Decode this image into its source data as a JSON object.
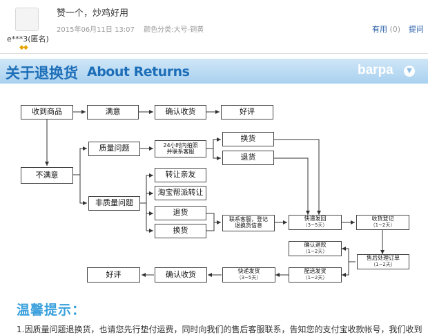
{
  "review": {
    "reviewer": "e***3(匿名)",
    "comment": "赞一个，炒鸡好用",
    "date": "2015年06月11日 13:07",
    "spec": "颜色分类:大号-铜黄",
    "useful_label": "有用",
    "useful_count": "(0)",
    "reply_label": "提问"
  },
  "banner": {
    "title": "关于退换货",
    "subtitle": "About Returns",
    "brand": "barpa",
    "brand_icon": "chevron-down-icon"
  },
  "flowchart": {
    "receive": "收到商品",
    "satisfied": "满意",
    "confirm_receipt_top": "确认收货",
    "good_review_top": "好评",
    "not_satisfied": "不满意",
    "quality_issue": "质量问题",
    "photo_contact_line1": "24小时内拍照",
    "photo_contact_line2": "并联系客服",
    "exchange_top": "换货",
    "return_top": "退货",
    "non_quality_issue": "非质量问题",
    "transfer_friend": "转让亲友",
    "taobao_transfer": "淘宝帮派转让",
    "return_mid": "退货",
    "exchange_mid": "换货",
    "contact_register_line1": "联系客服，登记",
    "contact_register_line2": "退换货信息",
    "express_return": "快递发回",
    "express_return_sub": "（3~5天）",
    "receipt_register": "收货登记",
    "receipt_register_sub": "（1~2天）",
    "confirm_refund": "确认退款",
    "confirm_refund_sub": "（1~2天）",
    "after_sales": "售后处理订单",
    "after_sales_sub": "（1~2天）",
    "dispatch": "配送发货",
    "dispatch_sub": "（1~2天）",
    "express_ship": "快递发货",
    "express_ship_sub": "（3~5天）",
    "confirm_receipt_bottom": "确认收货",
    "good_review_bottom": "好评"
  },
  "tips": {
    "title": "温馨提示：",
    "text": "1.因质量问题退换货，也请您先行垫付运费，同时向我们的售后客服联系，告知您的支付宝收款帐号，我们收到"
  },
  "colors": {
    "link": "#2a5fa7",
    "banner_text": "#1d6eb8",
    "tips_title": "#3aa0dc"
  }
}
